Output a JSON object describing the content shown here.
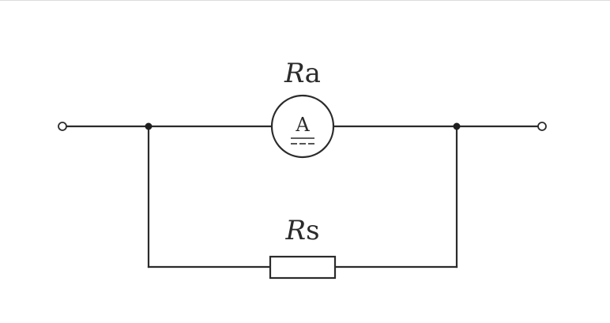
{
  "ammeter": {
    "label_symbol": "R",
    "label_subscript": "a",
    "meter_letter": "A",
    "icon": "ammeter-icon"
  },
  "shunt": {
    "label_symbol": "R",
    "label_subscript": "s",
    "icon": "resistor-icon"
  },
  "colors": {
    "line": "#2b2b2b",
    "background": "#ffffff"
  }
}
